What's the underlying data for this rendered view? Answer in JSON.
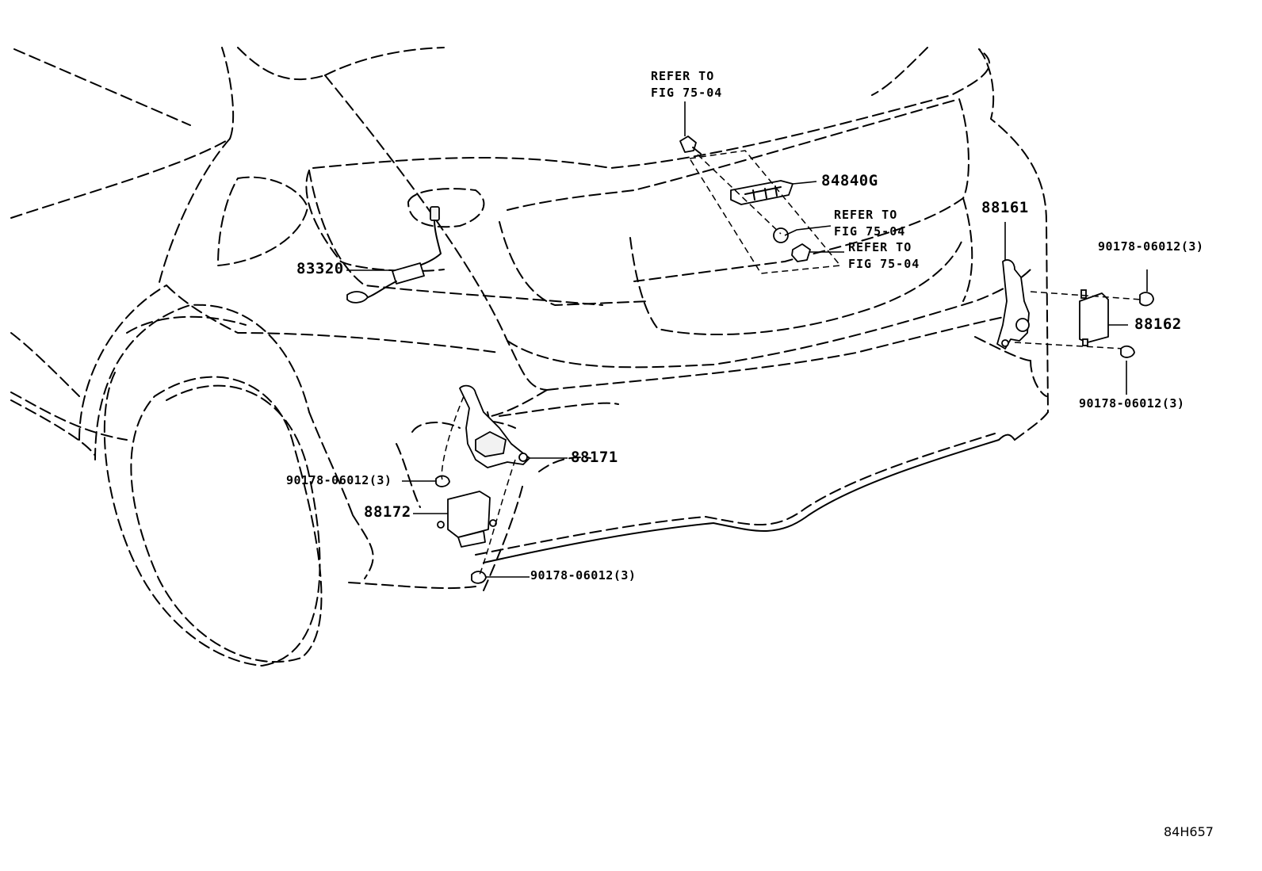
{
  "callouts": {
    "p83320": "83320",
    "p84840g": "84840G",
    "p88161": "88161",
    "p88162": "88162",
    "p88171": "88171",
    "p88172": "88172",
    "clip_right_top": "90178-06012(3)",
    "clip_right_bottom": "90178-06012(3)",
    "clip_left_upper": "90178-06012(3)",
    "clip_left_lower": "90178-06012(3)"
  },
  "references": {
    "ref_top": {
      "line1": "REFER TO",
      "line2": "FIG 75-04"
    },
    "ref_mid": {
      "line1": "REFER TO",
      "line2": "FIG 75-04"
    },
    "ref_low": {
      "line1": "REFER TO",
      "line2": "FIG 75-04"
    }
  },
  "diagram_code": "84H657"
}
